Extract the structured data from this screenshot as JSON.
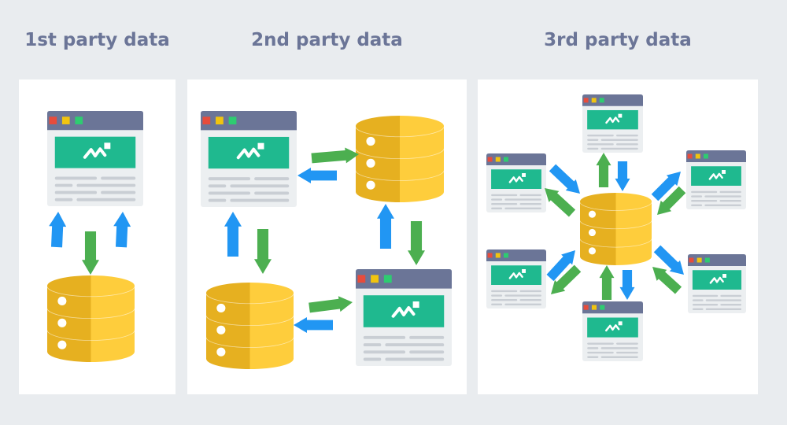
{
  "titles": {
    "first": "1st party data",
    "second": "2nd party data",
    "third": "3rd party data"
  },
  "colors": {
    "background": "#e9ecef",
    "panel": "#ffffff",
    "title_text": "#6b7597",
    "window_titlebar": "#6b7597",
    "window_body": "#eceff1",
    "window_image": "#1fb98f",
    "window_lines": "#c9ced4",
    "dot_red": "#e74c3c",
    "dot_yellow": "#f1c40f",
    "dot_green": "#2ecc71",
    "db_light": "#fecd3c",
    "db_dark": "#e6b020",
    "arrow_blue": "#2196f3",
    "arrow_green": "#4caf50"
  },
  "icons": {
    "window": "browser-window-icon",
    "database": "database-icon",
    "arrow": "arrow-icon"
  }
}
